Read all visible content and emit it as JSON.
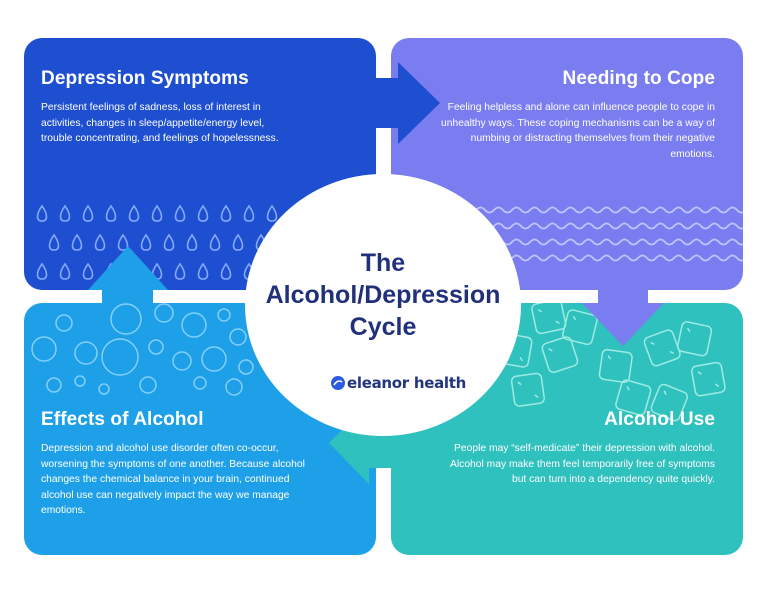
{
  "center": {
    "title_lines": [
      "The",
      "Alcohol/Depression",
      "Cycle"
    ],
    "brand": "eleanor health"
  },
  "panels": {
    "depression_symptoms": {
      "title": "Depression Symptoms",
      "text": "Persistent feelings of sadness, loss of interest in activities, changes in sleep/appetite/energy level, trouble concentrating, and feelings of hopelessness.",
      "color": "#1f4fd1",
      "decoration": "raindrops"
    },
    "needing_to_cope": {
      "title": "Needing to Cope",
      "text": "Feeling helpless and alone can influence people to cope in unhealthy ways. These coping mechanisms can be a way of numbing or distracting themselves from their negative emotions.",
      "color": "#7a7df0",
      "decoration": "waves"
    },
    "effects_of_alcohol": {
      "title": "Effects of Alcohol",
      "text": "Depression and alcohol use disorder often co-occur, worsening the symptoms of one another. Because alcohol changes the chemical balance in your brain, continued alcohol use can negatively impact the way we manage emotions.",
      "color": "#1ea0e8",
      "decoration": "bubbles"
    },
    "alcohol_use": {
      "title": "Alcohol Use",
      "text": "People may “self-medicate” their depression with alcohol. Alcohol may make them feel temporarily free of symptoms but can turn into a dependency quite quickly.",
      "color": "#2fc1bd",
      "decoration": "ice-cubes"
    }
  },
  "cycle_order": [
    "Depression Symptoms",
    "Needing to Cope",
    "Alcohol Use",
    "Effects of Alcohol"
  ]
}
